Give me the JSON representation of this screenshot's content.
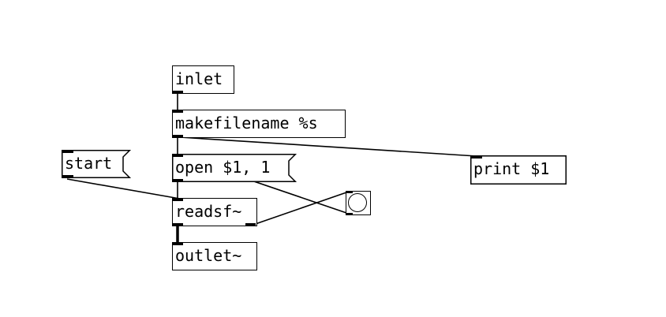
{
  "patch": {
    "objects": {
      "inlet": "inlet",
      "makefilename": "makefilename %s",
      "readsf": "readsf~",
      "outlet": "outlet~"
    },
    "messages": {
      "start": "start",
      "open": "open $1, 1",
      "print": "print $1"
    },
    "bang_icon": "bang-circle"
  }
}
